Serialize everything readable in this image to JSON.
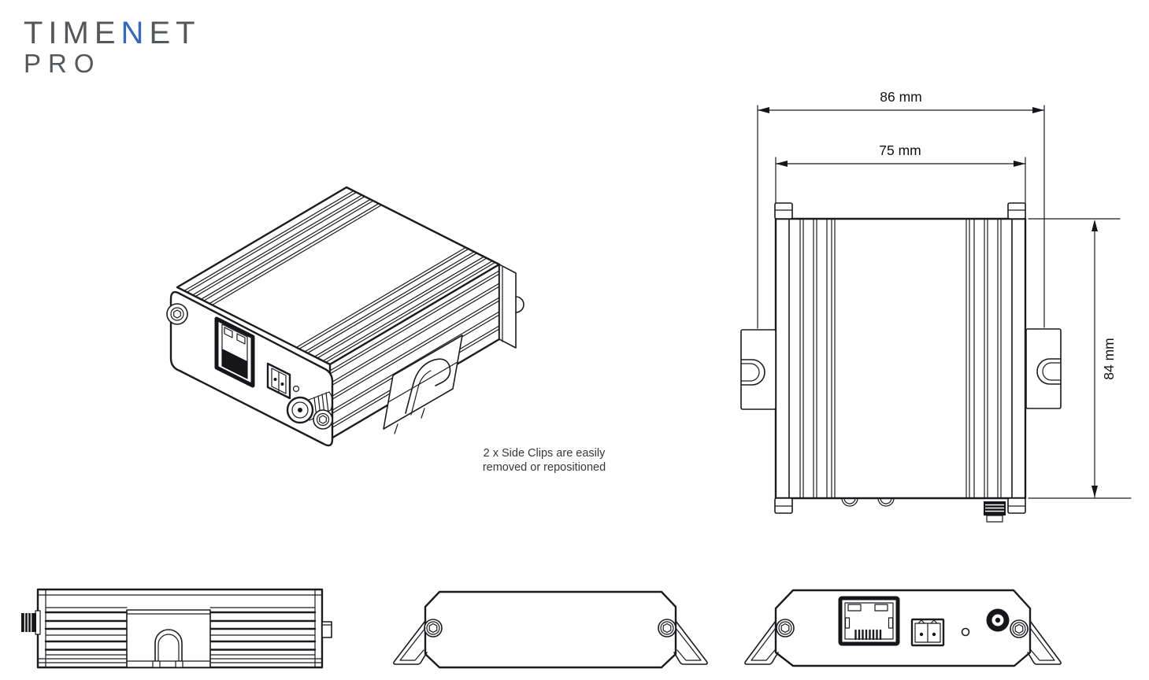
{
  "logo": {
    "part1": "TIME",
    "accent": "N",
    "part2": "ET",
    "subtitle": "PRO"
  },
  "annotation": {
    "line1": "2 x Side Clips are easily",
    "line2": "removed or repositioned"
  },
  "dimensions": {
    "outer_width": "86 mm",
    "body_width": "75 mm",
    "height": "84 mm"
  },
  "colors": {
    "line": "#1b1b20",
    "logo_text": "#55585b",
    "logo_accent": "#3767c6",
    "annotation_text": "#383838",
    "background": "#ffffff"
  }
}
